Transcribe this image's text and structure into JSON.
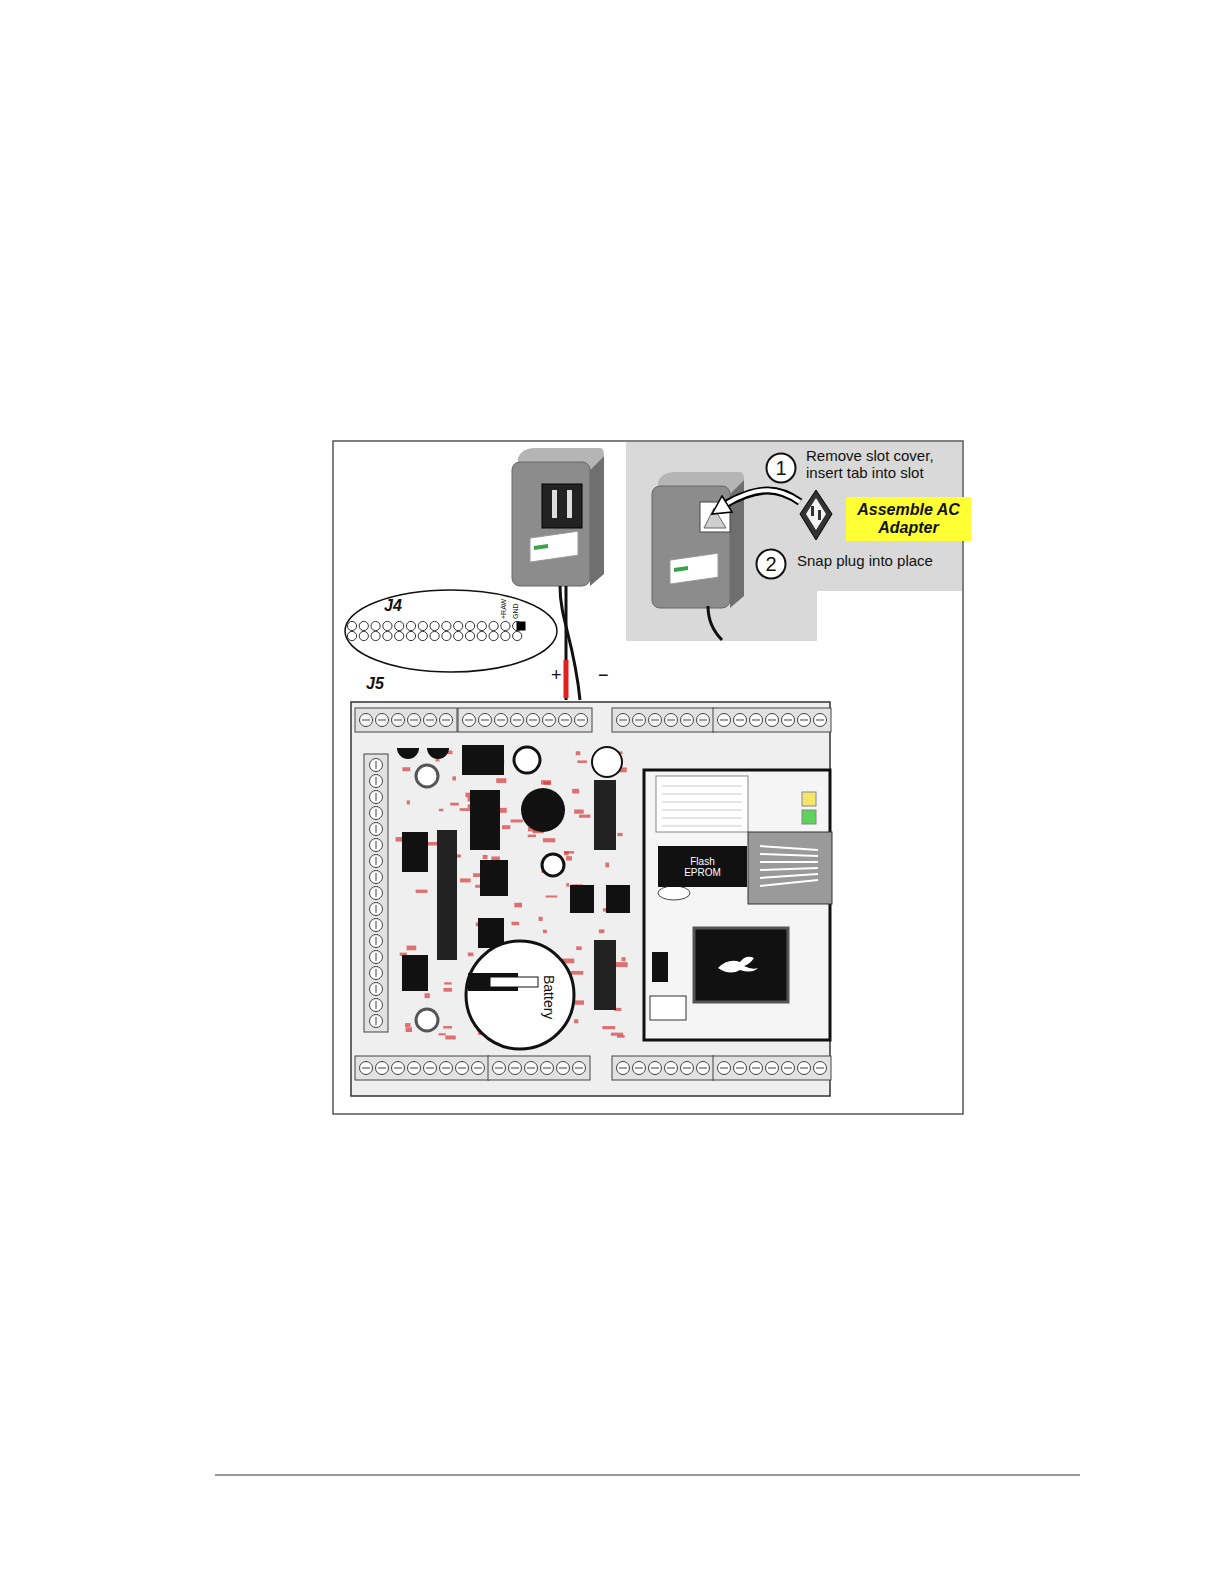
{
  "diagram": {
    "nodes": [
      {
        "text": [
          "1"
        ]
      },
      {
        "text": [
          "Assemble AC Adapter"
        ]
      },
      {
        "text": [
          "2"
        ]
      },
      {
        "text": [
          "J4"
        ]
      },
      {
        "text": [
          "Flash EPROM"
        ]
      },
      {
        "text": [
          "Battery"
        ]
      }
    ],
    "labels": [
      "Remove slot cover, insert tab into slot",
      "Snap plug into place",
      "+RAW",
      "GND",
      "J5",
      "+",
      "−"
    ]
  }
}
